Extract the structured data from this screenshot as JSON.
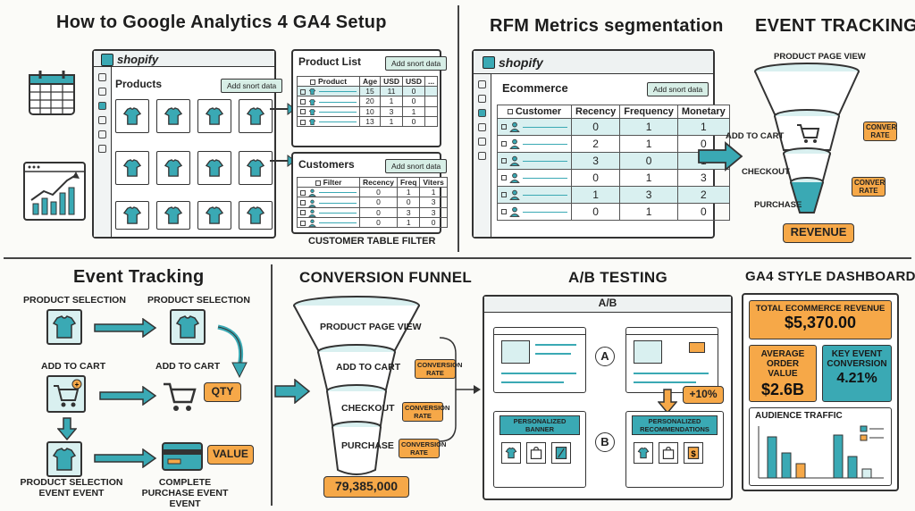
{
  "titles": {
    "ga4_setup": "How to Google Analytics 4 GA4 Setup",
    "rfm": "RFM Metrics segmentation",
    "event_tracking_top": "Event Tracking",
    "event_tracking_bottom": "Event Tracking",
    "conversion_funnel": "Conversion Funnel",
    "ab_testing": "A/B Testing",
    "dashboard": "GA4 Style Dashboard"
  },
  "ga4": {
    "logo": "shopify",
    "products_label": "Products",
    "add_btn": "Add snort data",
    "product_list": {
      "title": "Product List",
      "btn": "Add snort data",
      "headers": [
        "Product",
        "Age",
        "USD",
        "USD",
        "..."
      ],
      "rows": [
        [
          "15",
          "11",
          "0"
        ],
        [
          "20",
          "1",
          "0"
        ],
        [
          "10",
          "3",
          "1"
        ],
        [
          "13",
          "1",
          "0"
        ]
      ]
    },
    "customers": {
      "title": "Customers",
      "btn": "Add snort data",
      "headers": [
        "Filter",
        "Recency",
        "Freq",
        "Viters"
      ],
      "rows": [
        [
          "0",
          "1",
          "1"
        ],
        [
          "0",
          "0",
          "3"
        ],
        [
          "0",
          "3",
          "3"
        ],
        [
          "0",
          "1",
          "0"
        ]
      ]
    },
    "caption": "Customer Table Filter"
  },
  "rfm": {
    "logo": "shopify",
    "section": "Ecommerce",
    "btn": "Add snort data",
    "headers": [
      "Customer",
      "Recency",
      "Frequency",
      "Monetary"
    ],
    "rows": [
      [
        "0",
        "1",
        "1"
      ],
      [
        "2",
        "1",
        "0"
      ],
      [
        "3",
        "0",
        "1"
      ],
      [
        "0",
        "1",
        "3"
      ],
      [
        "1",
        "3",
        "2"
      ],
      [
        "0",
        "1",
        "0"
      ]
    ]
  },
  "event_top": {
    "stages": [
      "Product Page View",
      "Add to Cart",
      "Checkout",
      "Purchase"
    ],
    "badges": [
      "Conver rate",
      "Conver rate"
    ],
    "revenue": "Revenue"
  },
  "event_bottom": {
    "labels": {
      "sel1": "Product Selection",
      "sel2": "Product Selection",
      "cart1": "Add to Cart",
      "cart2": "Add to Cart",
      "qty": "QTY",
      "value": "VALUE",
      "sel_event": "Product Selection Event Event",
      "complete": "Complete Purchase Event Event"
    }
  },
  "funnel": {
    "stages": [
      "Product Page View",
      "Add to Cart",
      "Checkout",
      "Purchase"
    ],
    "badges": [
      "Conversion Rate",
      "Conversion Rate",
      "Conversion Rate"
    ],
    "total": "79,385,000"
  },
  "ab": {
    "header": "A/B",
    "a": "A",
    "b": "B",
    "lift": "+10%",
    "banner": "Personalized Banner",
    "recs": "Personalized Recommendations"
  },
  "dashboard": {
    "revenue_label": "Total Ecommerce Revenue",
    "revenue_value": "$5,370.00",
    "aov_label": "Average Order Value",
    "aov_value": "$2.6B",
    "kec_label": "Key Event Conversion",
    "kec_value": "4.21%",
    "traffic_label": "Audience Traffic"
  },
  "colors": {
    "teal": "#3aa9b4",
    "orange": "#f6a848",
    "light": "#d9f0f0"
  }
}
